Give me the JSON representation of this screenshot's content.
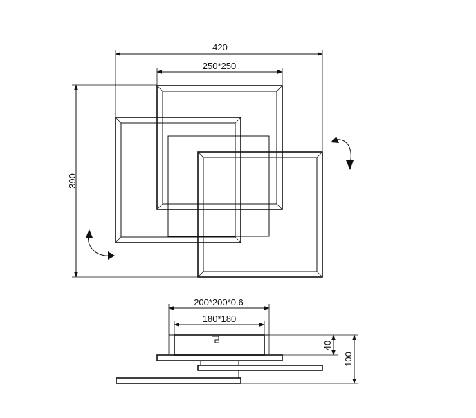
{
  "dimensions": {
    "top_width": "420",
    "square_size": "250*250",
    "top_height": "390",
    "base_size": "200*200*0.6",
    "inner_base": "180*180",
    "base_height": "40",
    "total_height": "100"
  },
  "icons": {
    "rotate_right": "curved-rotation-arrow-icon",
    "rotate_left": "curved-rotation-arrow-icon"
  }
}
